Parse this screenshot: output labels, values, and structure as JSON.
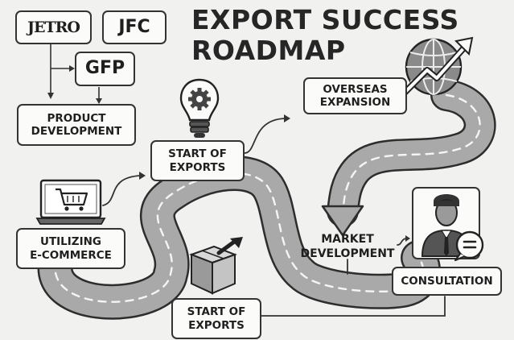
{
  "title": {
    "line1": "EXPORT SUCCESS",
    "line2": "ROADMAP"
  },
  "partners": {
    "jetro": "JETRO",
    "jfc": "JFC",
    "gfp": "GFP"
  },
  "steps": {
    "product_development": [
      "PRODUCT",
      "DEVELOPMENT"
    ],
    "start_of_exports_top": [
      "START OF",
      "EXPORTS"
    ],
    "overseas_expansion": [
      "OVERSEAS",
      "EXPANSION"
    ],
    "utilizing_ecommerce": [
      "UTILIZING",
      "E-COMMERCE"
    ],
    "market_development": [
      "MARKET",
      "DEVELOPMENT"
    ],
    "consultation": "CONSULTATION",
    "start_of_exports_bottom": [
      "START OF",
      "EXPORTS"
    ]
  },
  "colors": {
    "background": "#f1f1ef",
    "road": "#a9a9a9",
    "road_edge": "#2d2d2d",
    "road_dash": "#f5f5f5",
    "box_border": "#333333",
    "text": "#1f1f1f"
  },
  "icons": [
    "lightbulb-gear-icon",
    "globe-arrow-icon",
    "laptop-cart-icon",
    "box-arrow-icon",
    "consultant-icon",
    "speech-bubble-icon"
  ]
}
